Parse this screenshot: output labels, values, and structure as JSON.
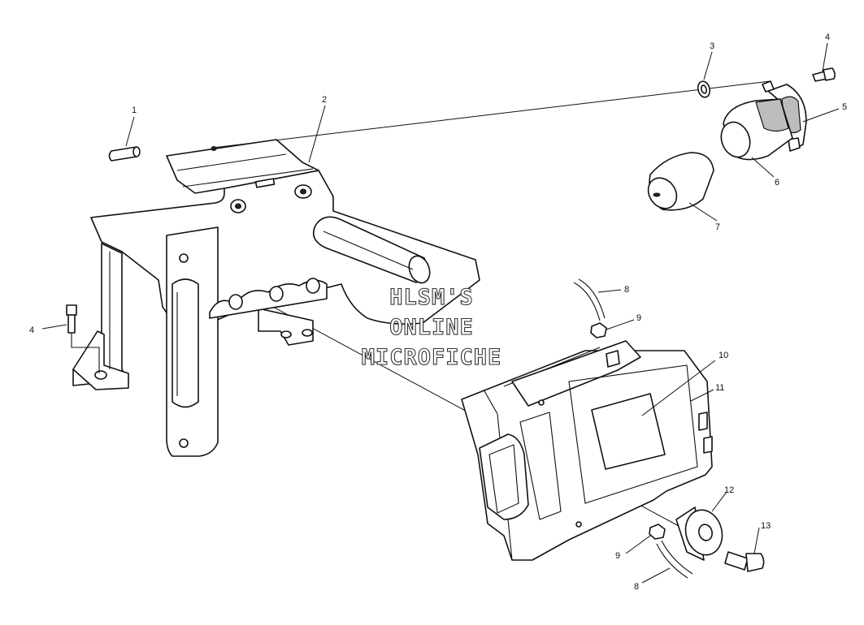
{
  "callouts": [
    {
      "id": "c1",
      "label": "1"
    },
    {
      "id": "c2",
      "label": "2"
    },
    {
      "id": "c3",
      "label": "3"
    },
    {
      "id": "c4a",
      "label": "4"
    },
    {
      "id": "c4b",
      "label": "4"
    },
    {
      "id": "c5",
      "label": "5"
    },
    {
      "id": "c6",
      "label": "6"
    },
    {
      "id": "c7",
      "label": "7"
    },
    {
      "id": "c8a",
      "label": "8"
    },
    {
      "id": "c8b",
      "label": "8"
    },
    {
      "id": "c9a",
      "label": "9"
    },
    {
      "id": "c9b",
      "label": "9"
    },
    {
      "id": "c10",
      "label": "10"
    },
    {
      "id": "c11",
      "label": "11"
    },
    {
      "id": "c12",
      "label": "12"
    },
    {
      "id": "c13",
      "label": "13"
    }
  ],
  "watermark": {
    "line1": "HLSM'S",
    "line2": "ONLINE",
    "line3": "MICROFICHE"
  },
  "colors": {
    "ink": "#111111",
    "background": "#ffffff"
  }
}
